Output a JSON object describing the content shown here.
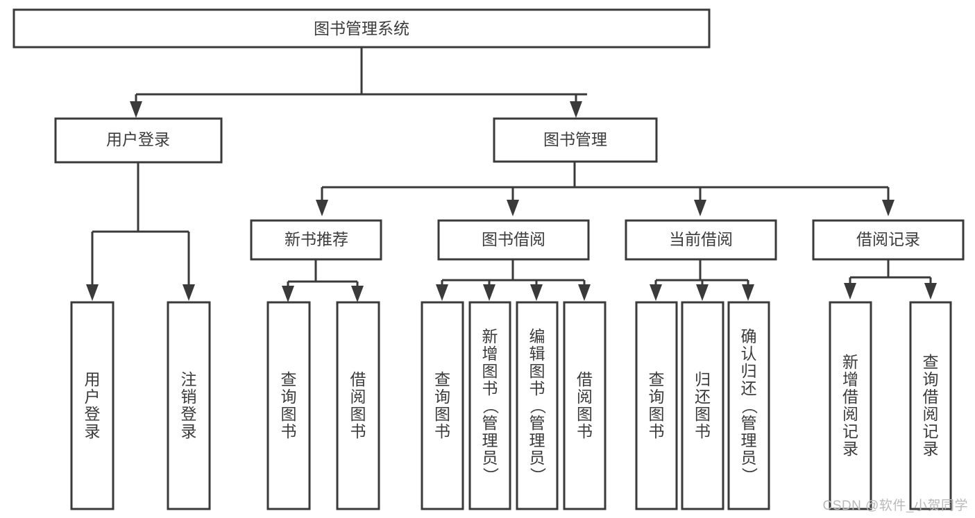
{
  "diagram": {
    "title": "图书管理系统",
    "type": "tree-hierarchy",
    "root": {
      "label": "图书管理系统"
    },
    "level1": [
      {
        "label": "用户登录"
      },
      {
        "label": "图书管理"
      }
    ],
    "level2": [
      {
        "label": "新书推荐"
      },
      {
        "label": "图书借阅"
      },
      {
        "label": "当前借阅"
      },
      {
        "label": "借阅记录"
      }
    ],
    "leaves": {
      "user_login": [
        {
          "label": "用户登录"
        },
        {
          "label": "注销登录"
        }
      ],
      "new_book_recommend": [
        {
          "label": "查询图书"
        },
        {
          "label": "借阅图书"
        }
      ],
      "book_borrow": [
        {
          "label": "查询图书"
        },
        {
          "label": "新增图书（管理员）"
        },
        {
          "label": "编辑图书（管理员）"
        },
        {
          "label": "借阅图书"
        }
      ],
      "current_borrow": [
        {
          "label": "查询图书"
        },
        {
          "label": "归还图书"
        },
        {
          "label": "确认归还（管理员）"
        }
      ],
      "borrow_record": [
        {
          "label": "新增借阅记录"
        },
        {
          "label": "查询借阅记录"
        }
      ]
    },
    "watermark": "CSDN @软件_小贺同学",
    "colors": {
      "stroke": "#3a3a3a",
      "text": "#3b3b3b",
      "background": "#ffffff",
      "watermark": "#b9b9b9"
    }
  }
}
